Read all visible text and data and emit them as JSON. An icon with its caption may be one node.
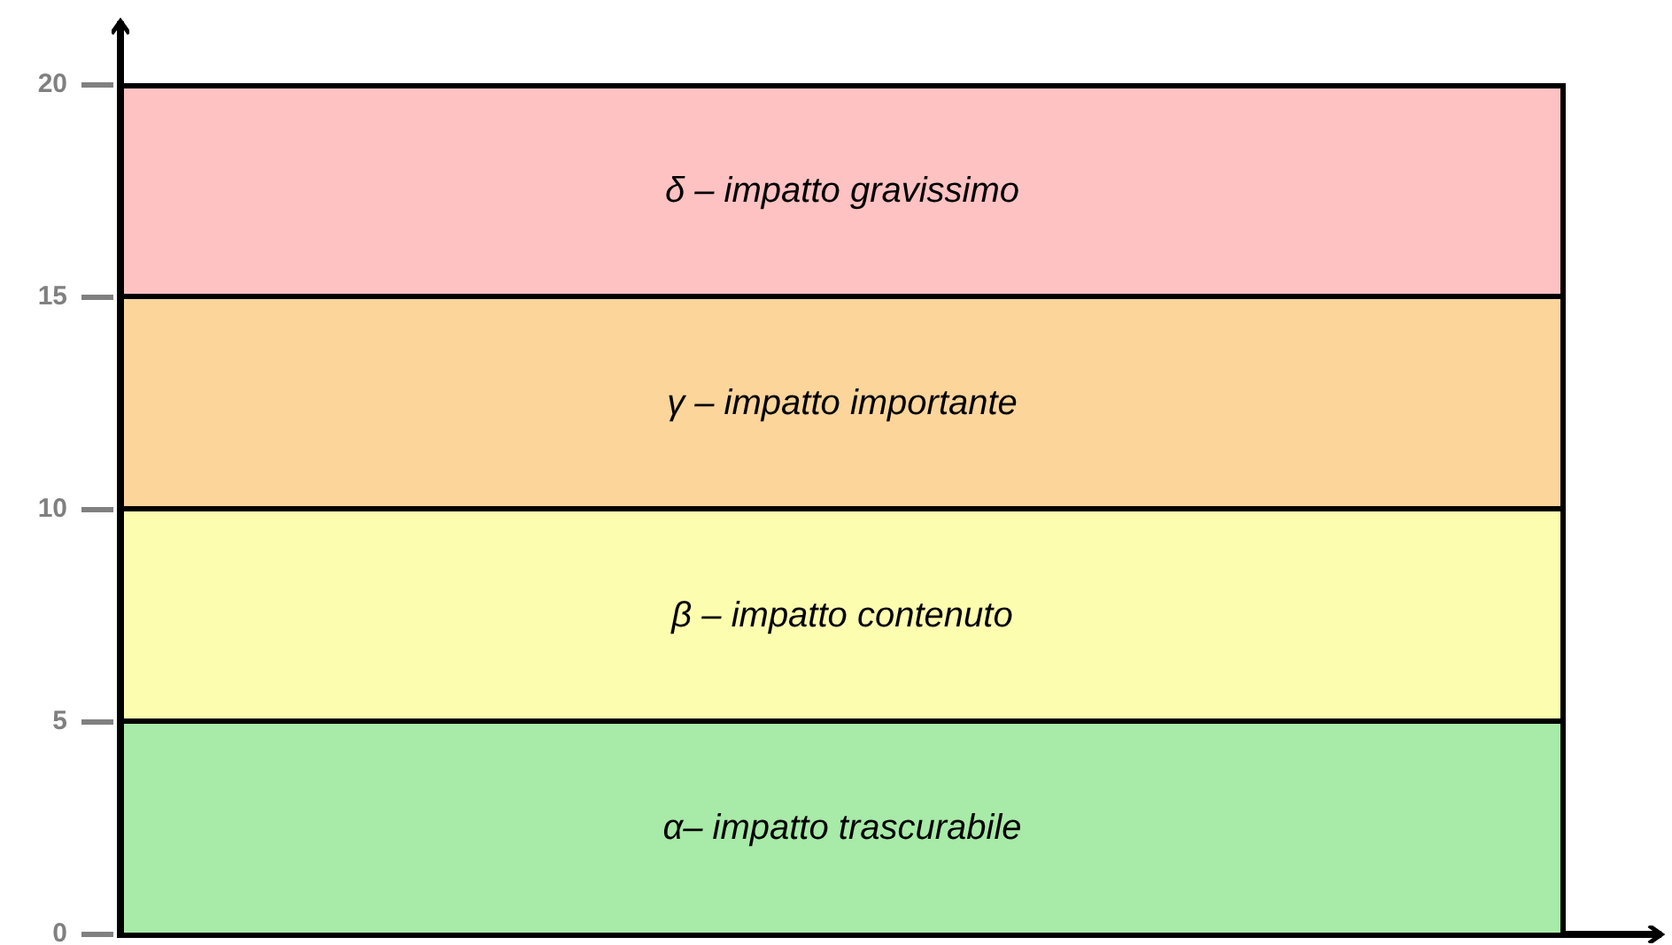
{
  "diagram": {
    "nodes": [
      {
        "text": [
          "δ – impatto gravissimo"
        ]
      },
      {
        "text": [
          "γ – impatto importante"
        ]
      },
      {
        "text": [
          "β – impatto contenuto"
        ]
      },
      {
        "text": [
          "α– impatto trascurabile"
        ]
      }
    ],
    "labels": [
      "20",
      "15",
      "10",
      "5",
      "0"
    ]
  }
}
